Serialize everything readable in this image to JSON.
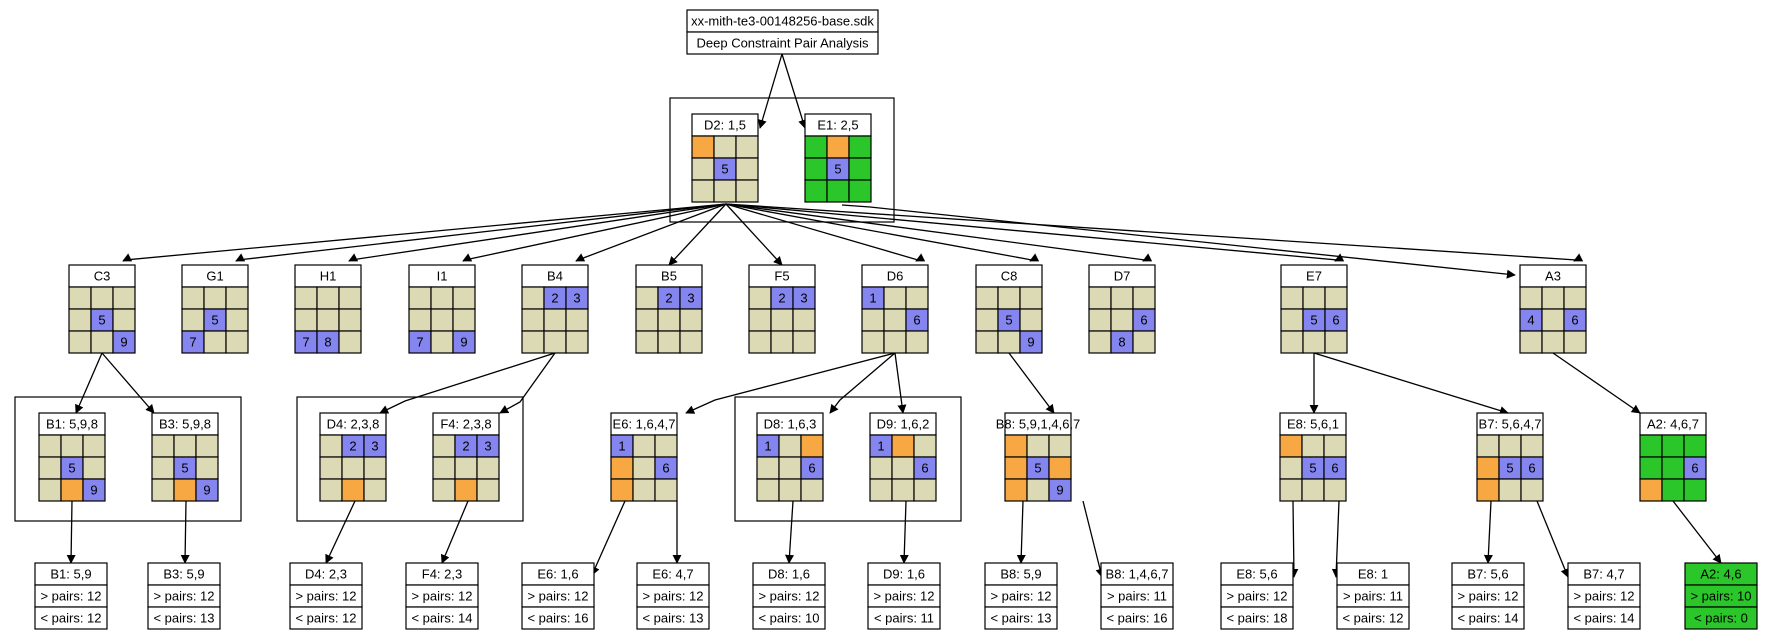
{
  "root": {
    "title": "xx-mith-te3-00148256-base.sdk",
    "subtitle": "Deep Constraint Pair Analysis"
  },
  "colors": {
    "neutral": "#dcd9b5",
    "blue": "#8585f0",
    "orange": "#f7a843",
    "green": "#2ac62a",
    "border": "#000000"
  },
  "grids": {
    "D2": {
      "label": "D2: 1,5",
      "cells": [
        "o",
        "n",
        "n",
        "n",
        "b5",
        "n",
        "n",
        "n",
        "n"
      ]
    },
    "E1": {
      "label": "E1: 2,5",
      "cells": [
        "g",
        "o",
        "g",
        "g",
        "b5",
        "g",
        "g",
        "g",
        "g"
      ]
    },
    "C3": {
      "label": "C3",
      "cells": [
        "n",
        "n",
        "n",
        "n",
        "b5",
        "n",
        "n",
        "n",
        "b9"
      ]
    },
    "G1": {
      "label": "G1",
      "cells": [
        "n",
        "n",
        "n",
        "n",
        "b5",
        "n",
        "b7",
        "n",
        "n"
      ]
    },
    "H1": {
      "label": "H1",
      "cells": [
        "n",
        "n",
        "n",
        "n",
        "n",
        "n",
        "b7",
        "b8",
        "n"
      ]
    },
    "I1": {
      "label": "I1",
      "cells": [
        "n",
        "n",
        "n",
        "n",
        "n",
        "n",
        "b7",
        "n",
        "b9"
      ]
    },
    "B4": {
      "label": "B4",
      "cells": [
        "n",
        "b2",
        "b3",
        "n",
        "n",
        "n",
        "n",
        "n",
        "n"
      ]
    },
    "B5": {
      "label": "B5",
      "cells": [
        "n",
        "b2",
        "b3",
        "n",
        "n",
        "n",
        "n",
        "n",
        "n"
      ]
    },
    "F5": {
      "label": "F5",
      "cells": [
        "n",
        "b2",
        "b3",
        "n",
        "n",
        "n",
        "n",
        "n",
        "n"
      ]
    },
    "D6": {
      "label": "D6",
      "cells": [
        "b1",
        "n",
        "n",
        "n",
        "n",
        "b6",
        "n",
        "n",
        "n"
      ]
    },
    "C8": {
      "label": "C8",
      "cells": [
        "n",
        "n",
        "n",
        "n",
        "b5",
        "n",
        "n",
        "n",
        "b9"
      ]
    },
    "D7": {
      "label": "D7",
      "cells": [
        "n",
        "n",
        "n",
        "n",
        "n",
        "b6",
        "n",
        "b8",
        "n"
      ]
    },
    "E7": {
      "label": "E7",
      "cells": [
        "n",
        "n",
        "n",
        "n",
        "b5",
        "b6",
        "n",
        "n",
        "n"
      ]
    },
    "A3": {
      "label": "A3",
      "cells": [
        "n",
        "n",
        "n",
        "b4",
        "n",
        "b6",
        "n",
        "n",
        "n"
      ]
    },
    "B1": {
      "label": "B1: 5,9,8",
      "cells": [
        "n",
        "n",
        "n",
        "n",
        "b5",
        "n",
        "n",
        "o",
        "b9"
      ]
    },
    "B3": {
      "label": "B3: 5,9,8",
      "cells": [
        "n",
        "n",
        "n",
        "n",
        "b5",
        "n",
        "n",
        "o",
        "b9"
      ]
    },
    "D4": {
      "label": "D4: 2,3,8",
      "cells": [
        "n",
        "b2",
        "b3",
        "n",
        "n",
        "n",
        "n",
        "o",
        "n"
      ]
    },
    "F4": {
      "label": "F4: 2,3,8",
      "cells": [
        "n",
        "b2",
        "b3",
        "n",
        "n",
        "n",
        "n",
        "o",
        "n"
      ]
    },
    "E6": {
      "label": "E6: 1,6,4,7",
      "cells": [
        "b1",
        "n",
        "n",
        "o",
        "n",
        "b6",
        "o",
        "n",
        "n"
      ]
    },
    "D8": {
      "label": "D8: 1,6,3",
      "cells": [
        "b1",
        "n",
        "o",
        "n",
        "n",
        "b6",
        "n",
        "n",
        "n"
      ]
    },
    "D9": {
      "label": "D9: 1,6,2",
      "cells": [
        "b1",
        "o",
        "n",
        "n",
        "n",
        "b6",
        "n",
        "n",
        "n"
      ]
    },
    "B8": {
      "label": "B8: 5,9,1,4,6,7",
      "cells": [
        "o",
        "n",
        "n",
        "o",
        "b5",
        "o",
        "o",
        "n",
        "b9"
      ]
    },
    "E8": {
      "label": "E8: 5,6,1",
      "cells": [
        "o",
        "n",
        "n",
        "n",
        "b5",
        "b6",
        "n",
        "n",
        "n"
      ]
    },
    "B7": {
      "label": "B7: 5,6,4,7",
      "cells": [
        "n",
        "n",
        "n",
        "o",
        "b5",
        "b6",
        "o",
        "n",
        "n"
      ]
    },
    "A2": {
      "label": "A2: 4,6,7",
      "cells": [
        "g",
        "g",
        "g",
        "g",
        "g",
        "b6",
        "o",
        "g",
        "g"
      ]
    }
  },
  "leaves": [
    {
      "label": "B1: 5,9",
      "gt": "> pairs: 12",
      "lt": "< pairs: 12"
    },
    {
      "label": "B3: 5,9",
      "gt": "> pairs: 12",
      "lt": "< pairs: 13"
    },
    {
      "label": "D4: 2,3",
      "gt": "> pairs: 12",
      "lt": "< pairs: 12"
    },
    {
      "label": "F4: 2,3",
      "gt": "> pairs: 12",
      "lt": "< pairs: 14"
    },
    {
      "label": "E6: 1,6",
      "gt": "> pairs: 12",
      "lt": "< pairs: 16"
    },
    {
      "label": "E6: 4,7",
      "gt": "> pairs: 12",
      "lt": "< pairs: 13"
    },
    {
      "label": "D8: 1,6",
      "gt": "> pairs: 12",
      "lt": "< pairs: 10"
    },
    {
      "label": "D9: 1,6",
      "gt": "> pairs: 12",
      "lt": "< pairs: 11"
    },
    {
      "label": "B8: 5,9",
      "gt": "> pairs: 12",
      "lt": "< pairs: 13"
    },
    {
      "label": "B8: 1,4,6,7",
      "gt": "> pairs: 11",
      "lt": "< pairs: 16"
    },
    {
      "label": "E8: 5,6",
      "gt": "> pairs: 12",
      "lt": "< pairs: 18"
    },
    {
      "label": "E8: 1",
      "gt": "> pairs: 11",
      "lt": "< pairs: 12"
    },
    {
      "label": "B7: 5,6",
      "gt": "> pairs: 12",
      "lt": "< pairs: 14"
    },
    {
      "label": "B7: 4,7",
      "gt": "> pairs: 12",
      "lt": "< pairs: 14"
    },
    {
      "label": "A2: 4,6",
      "gt": "> pairs: 10",
      "lt": "< pairs: 0",
      "highlight": true
    }
  ]
}
